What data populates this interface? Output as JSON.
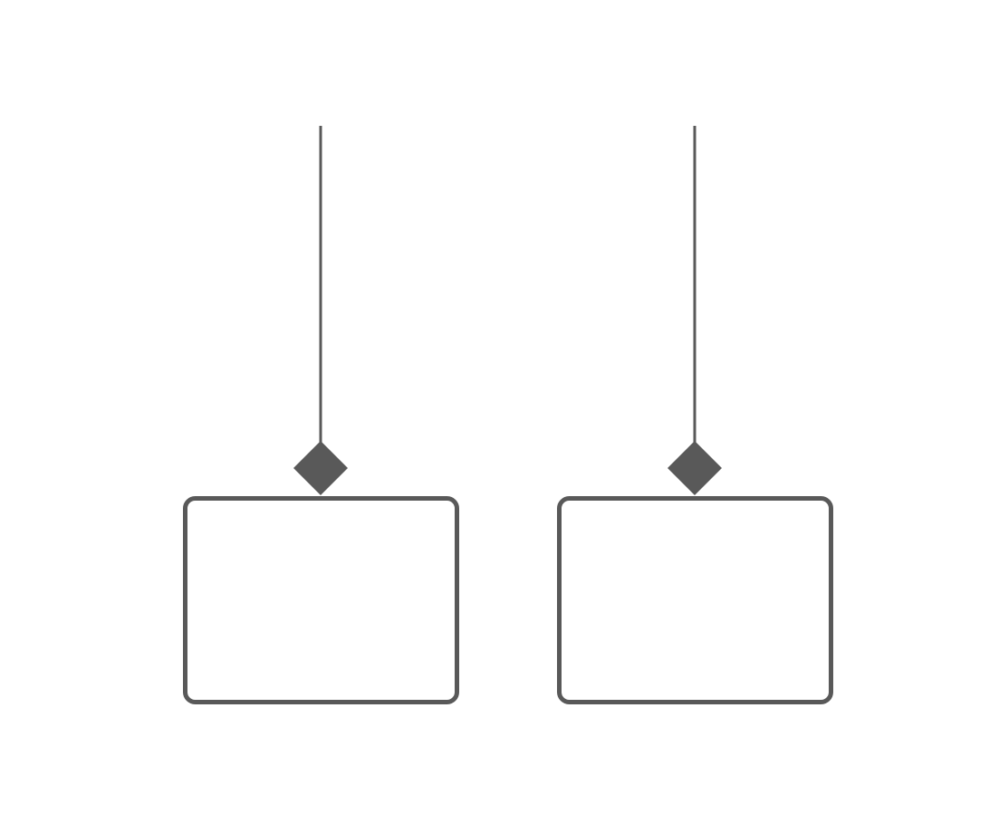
{
  "diagram": {
    "stroke_color": "#595959",
    "fill_color": "#595959",
    "background_color": "#ffffff",
    "connectors": [
      {
        "id": "left",
        "end_marker": "filled-diamond"
      },
      {
        "id": "right",
        "end_marker": "filled-diamond"
      }
    ],
    "nodes": [
      {
        "id": "left",
        "shape": "rounded-rectangle",
        "label": ""
      },
      {
        "id": "right",
        "shape": "rounded-rectangle",
        "label": ""
      }
    ]
  }
}
